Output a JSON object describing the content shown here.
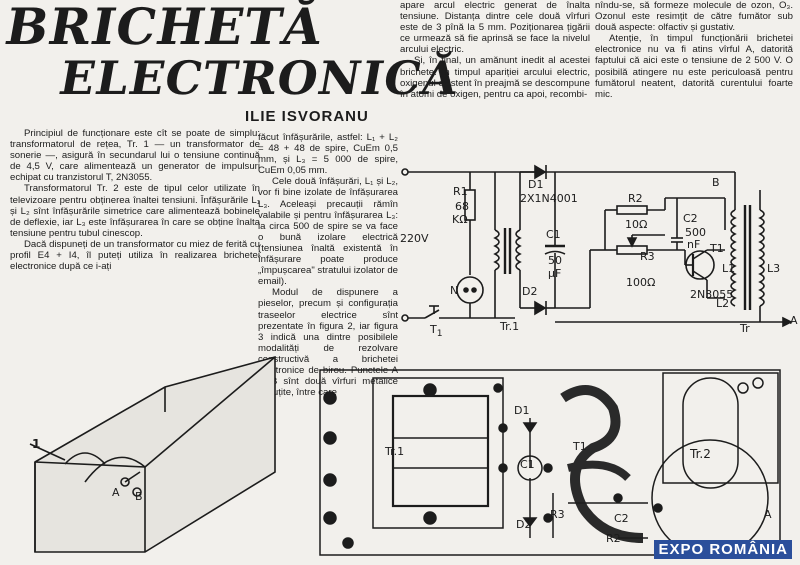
{
  "title_line1": "BRICHETĂ",
  "title_line2": "ELECTRONICĂ",
  "author": "ILIE ISVORANU",
  "column1": [
    "Principiul de funcționare este cît se poate de simplu: transformatorul de rețea, Tr. 1 — un transformator de sonerie —, asigură în secundarul lui o tensiune continuă de 4,5 V, care alimentează un generator de impulsuri echipat cu tranzistorul T, 2N3055.",
    "Transformatorul Tr. 2 este de tipul celor utilizate în televizoare pentru obținerea înaltei tensiuni. Înfășurările L₁ și L₂ sînt înfășurările simetrice care alimentează bobinele de deflexie, iar L₃ este înfășurarea în care se obține înalta tensiune pentru tubul cinescop.",
    "Dacă dispuneți de un transformator cu miez de ferită cu profil E4 + I4, îl puteți utiliza în realizarea brichetei electronice după ce i-ați"
  ],
  "column2": [
    "făcut înfășurările, astfel: L₁ + L₂ = 48 + 48 de spire, CuEm 0,5 mm, și L₃ = 5 000 de spire, CuEm 0,05 mm.",
    "Cele două înfășurări, L₁ și L₂, vor fi bine izolate de înfășurarea L₃. Aceleași precauții rămîn valabile și pentru înfășurarea L₃: la circa 500 de spire se va face o bună izolare electrică (tensiunea înaltă existentă în înfășurare poate produce „împușcarea\" stratului izolator de email).",
    "Modul de dispunere a pieselor, precum și configurația traseelor electrice sînt prezentate în figura 2, iar figura 3 indică una dintre posibilele modalități de rezolvare constructivă a brichetei electronice de birou. Punctele A și B sînt două vîrfuri metalice ascuțite, între care"
  ],
  "column3": [
    "apare arcul electric generat de înalta tensiune. Distanța dintre cele două vîrfuri este de 3 pînă la 5 mm. Poziționarea țigării ce urmează să fie aprinsă se face la nivelul arcului electric.",
    "Și, în final, un amănunt inedit al acestei brichete: în timpul apariției arcului electric, oxigenul existent în preajmă se descompune în atomi de oxigen, pentru ca apoi, recombi-"
  ],
  "column4": [
    "nîndu-se, să formeze molecule de ozon, O₃. Ozonul este resimțit de către fumător sub două aspecte: olfactiv și gustativ.",
    "Atenție, în timpul funcționării brichetei electronice nu va fi atins vîrful A, datorită faptului că aici este o tensiune de 2 500 V. O posibilă atingere nu este periculoasă pentru fumătorul neatent, datorită curentului foarte mic."
  ],
  "schematic": {
    "r1": "R1",
    "r1_val": "68",
    "r1_unit": "KΩ",
    "v220": "220V",
    "neon": "N",
    "d1": "D1",
    "d1_type": "2X1N4001",
    "d2": "D2",
    "c1": "C1",
    "c1_val": "50",
    "c1_unit": "μF",
    "tr1": "Tr.1",
    "t1": "T",
    "t1_sub": "1",
    "r2": "R2",
    "r2_val": "10Ω",
    "r3": "R3",
    "r3_val": "100Ω",
    "c2": "C2",
    "c2_val": "500",
    "c2_unit": "nF",
    "b": "B",
    "a": "A",
    "tt1": "T1",
    "transistor": "2N3055",
    "l1": "L1",
    "l2": "L2",
    "l3": "L3",
    "tr": "Tr"
  },
  "layout_labels": {
    "tr1": "Tr.1",
    "tr2": "Tr.2",
    "d1": "D1",
    "d2": "D2",
    "t1": "T1",
    "r3": "R3",
    "c2": "C2",
    "r2": "R2",
    "a": "A",
    "b": "B",
    "c1": "C1"
  },
  "figure3": {
    "label1": "1",
    "a": "A",
    "b": "B"
  },
  "watermark": "EXPO ROMÂNIA"
}
